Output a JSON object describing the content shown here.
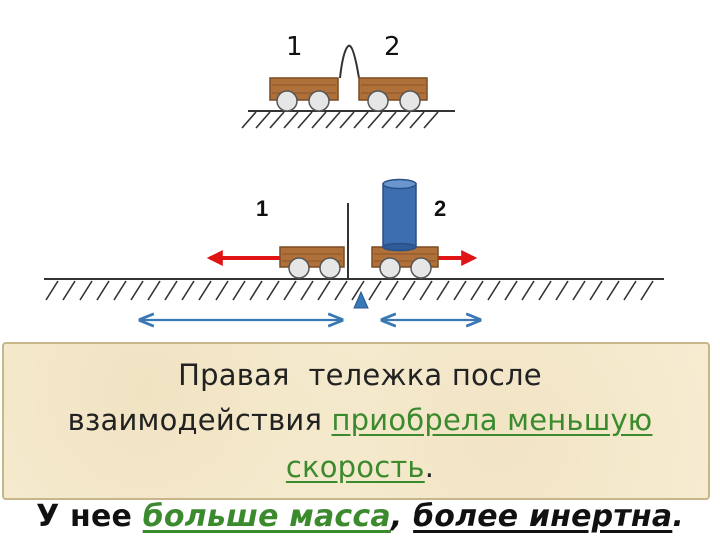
{
  "top_diagram": {
    "cart1_label": "1",
    "cart2_label": "2"
  },
  "bottom_diagram": {
    "cart1_label": "1",
    "cart2_label": "2"
  },
  "colors": {
    "cart_wood": "#b0703a",
    "arrow_red": "#e01414",
    "arrow_blue": "#3a78b5",
    "cylinder_blue": "#3d6fb0",
    "text_green": "#3c8a2e",
    "box_bg": "#f7ecd1"
  },
  "text": {
    "line1": "Правая  тележка после",
    "line2_plain": "взаимодействия ",
    "line2_green": "приобрела меньшую",
    "line3_green": "скорость",
    "line3_end": ".",
    "line4_start": "У нее ",
    "line4_green": "больше масса",
    "line4_comma": ", ",
    "line4_italic": "более инертна",
    "line4_end": "."
  }
}
